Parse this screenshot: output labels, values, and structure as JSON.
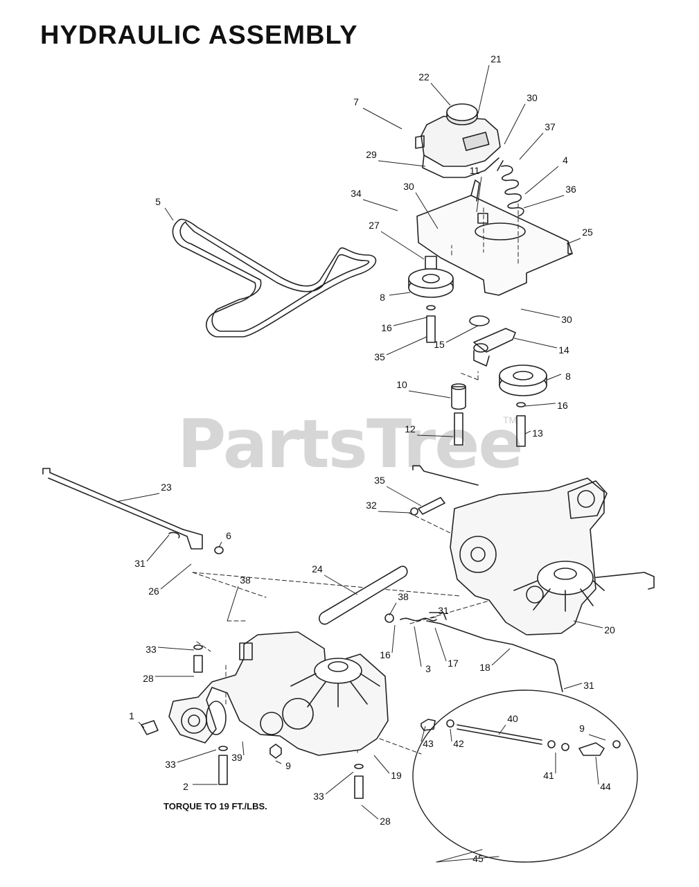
{
  "title": "HYDRAULIC ASSEMBLY",
  "torque_note": "TORQUE TO 19 FT./LBS.",
  "watermark": {
    "text": "PartsTree",
    "trademark": "TM"
  },
  "callouts": [
    {
      "label": "21"
    },
    {
      "label": "22"
    },
    {
      "label": "7"
    },
    {
      "label": "30"
    },
    {
      "label": "37"
    },
    {
      "label": "29"
    },
    {
      "label": "4"
    },
    {
      "label": "11"
    },
    {
      "label": "36"
    },
    {
      "label": "30"
    },
    {
      "label": "34"
    },
    {
      "label": "5"
    },
    {
      "label": "27"
    },
    {
      "label": "25"
    },
    {
      "label": "8"
    },
    {
      "label": "30"
    },
    {
      "label": "16"
    },
    {
      "label": "15"
    },
    {
      "label": "14"
    },
    {
      "label": "35"
    },
    {
      "label": "8"
    },
    {
      "label": "10"
    },
    {
      "label": "16"
    },
    {
      "label": "12"
    },
    {
      "label": "13"
    },
    {
      "label": "23"
    },
    {
      "label": "35"
    },
    {
      "label": "32"
    },
    {
      "label": "6"
    },
    {
      "label": "24"
    },
    {
      "label": "31"
    },
    {
      "label": "26"
    },
    {
      "label": "38"
    },
    {
      "label": "38"
    },
    {
      "label": "31"
    },
    {
      "label": "20"
    },
    {
      "label": "33"
    },
    {
      "label": "16"
    },
    {
      "label": "3"
    },
    {
      "label": "17"
    },
    {
      "label": "18"
    },
    {
      "label": "28"
    },
    {
      "label": "31"
    },
    {
      "label": "40"
    },
    {
      "label": "1"
    },
    {
      "label": "9"
    },
    {
      "label": "43"
    },
    {
      "label": "42"
    },
    {
      "label": "39"
    },
    {
      "label": "33"
    },
    {
      "label": "9"
    },
    {
      "label": "41"
    },
    {
      "label": "44"
    },
    {
      "label": "19"
    },
    {
      "label": "2"
    },
    {
      "label": "33"
    },
    {
      "label": "28"
    },
    {
      "label": "45"
    }
  ]
}
